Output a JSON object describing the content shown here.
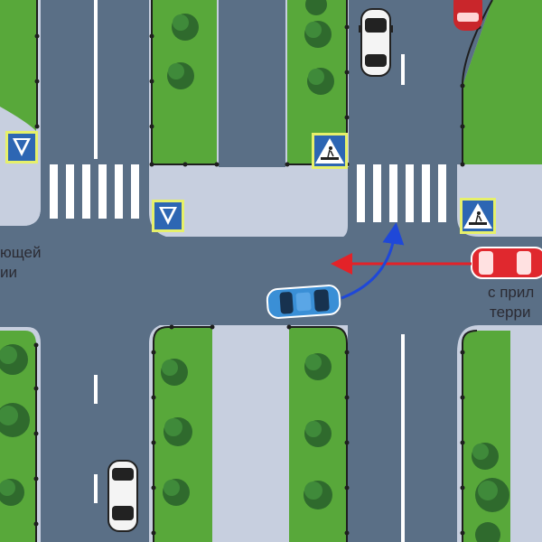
{
  "labels": {
    "left_line1": "ющей",
    "left_line2": "ии",
    "right_line1": "с прил",
    "right_line2": "терри"
  },
  "signs": [
    {
      "name": "main-road-sign",
      "icon": "priority-road-icon"
    },
    {
      "name": "main-road-sign",
      "icon": "priority-road-icon"
    },
    {
      "name": "crosswalk-sign",
      "icon": "pedestrian-crossing-icon"
    },
    {
      "name": "crosswalk-sign",
      "icon": "pedestrian-crossing-icon"
    }
  ],
  "vehicles": [
    {
      "name": "blue-car",
      "color": "#3a8fd6"
    },
    {
      "name": "red-car-right",
      "color": "#e0282e"
    },
    {
      "name": "white-car-top",
      "color": "#f4f4f4"
    },
    {
      "name": "white-car-bottom",
      "color": "#f4f4f4"
    },
    {
      "name": "red-car-top",
      "color": "#c9262b"
    }
  ],
  "arrows": [
    {
      "name": "blue-turn-arrow",
      "color": "#1f48d8"
    },
    {
      "name": "red-straight-arrow",
      "color": "#e32228"
    }
  ],
  "colors": {
    "asphalt": "#5a6f86",
    "sidewalk": "#c7cfdf",
    "grass": "#58a83a",
    "tree": "#2f6a2d",
    "sign_frame": "#e6f06a",
    "sign_blue": "#2d66b3"
  }
}
